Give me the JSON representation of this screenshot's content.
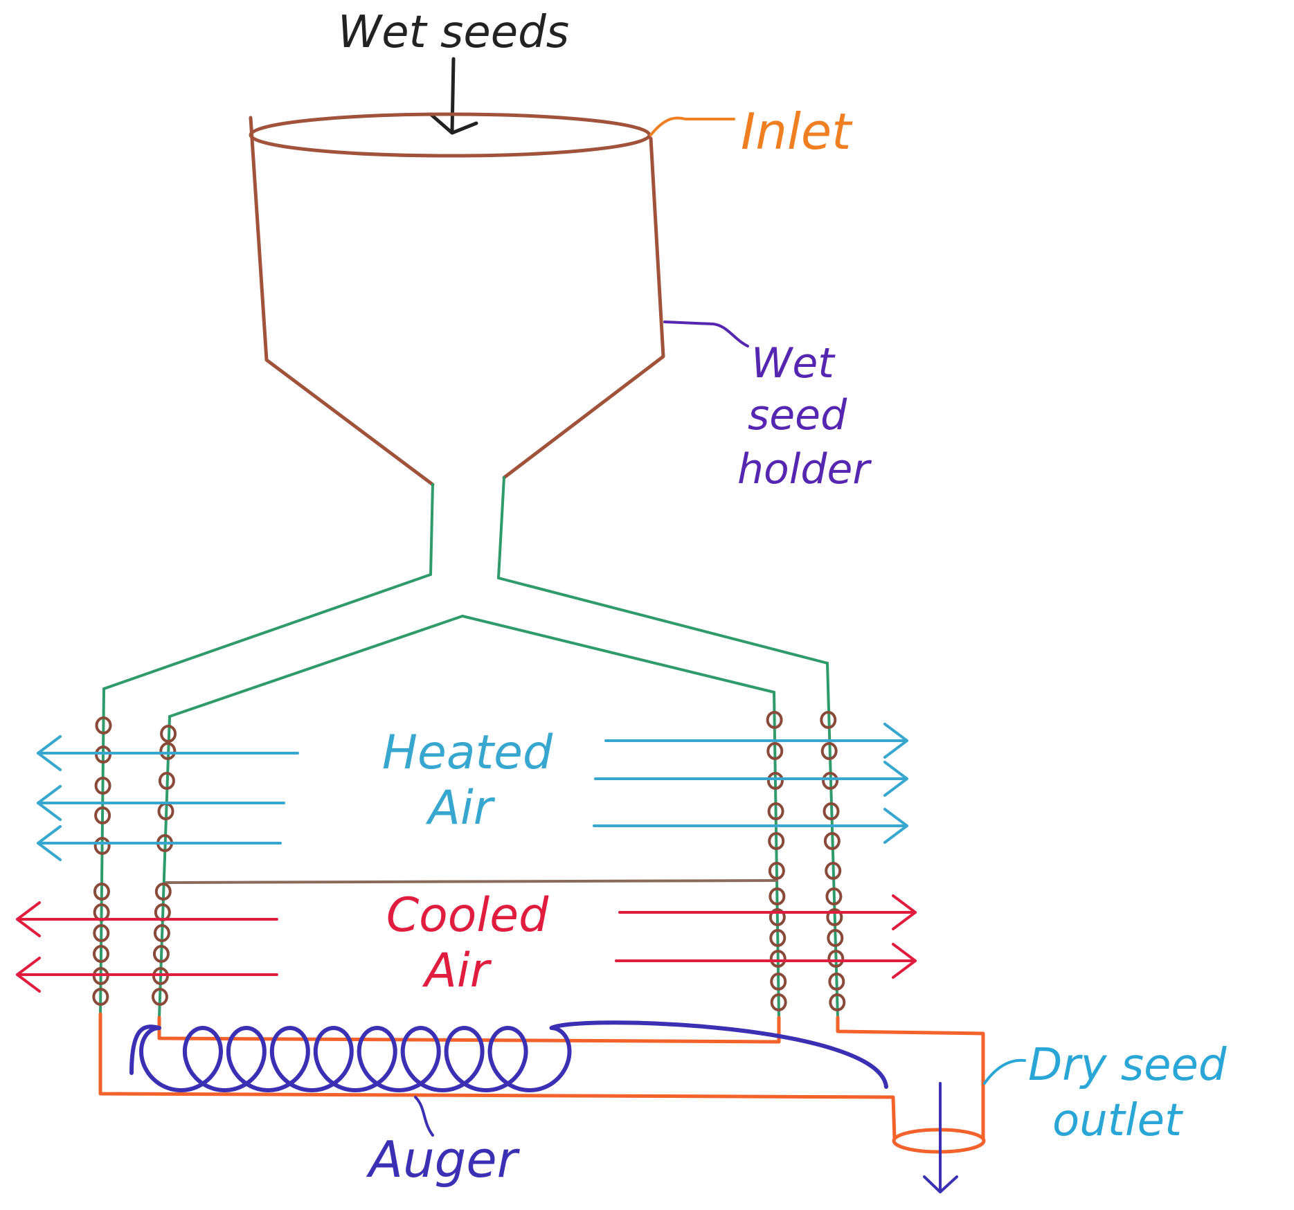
{
  "labels": {
    "wet_seeds": "Wet seeds",
    "inlet": "Inlet",
    "wet_seed_holder": [
      "Wet",
      "seed",
      "holder"
    ],
    "heated_air": [
      "Heated",
      "Air"
    ],
    "cooled_air": [
      "Cooled",
      "Air"
    ],
    "dry_seed_outlet": [
      "Dry seed",
      "outlet"
    ],
    "auger": "Auger"
  },
  "colors": {
    "holder": "#a0523a",
    "inlet_label": "#f07f22",
    "holder_label": "#5526b0",
    "dryer_column": "#2f9a6a",
    "heated_air": "#38a7cf",
    "cooled_air": "#e01c3f",
    "perforation": "#8a4a3a",
    "bottom_duct": "#f2622a",
    "auger": "#3b2fb3",
    "outlet_label": "#2aa6d6",
    "text": "#222222"
  }
}
